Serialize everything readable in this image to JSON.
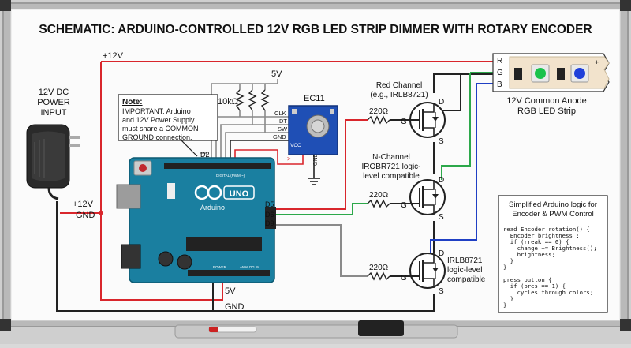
{
  "title": "SCHEMATIC: ARDUINO-CONTROLLED 12V RGB LED STRIP DIMMER WITH ROTARY ENCODER",
  "rail_12v": "+12V",
  "power_supply": {
    "line1": "12V DC",
    "line2": "POWER",
    "line3": "INPUT",
    "plus": "+12V",
    "gnd": "GND"
  },
  "note": {
    "heading": "Note:",
    "lines": [
      "IMPORTANT: Arduino",
      "and 12V Power Supply",
      "must share a COMMON",
      "GROUND connection."
    ]
  },
  "resistor_label": "10kΩ",
  "five_v_label": "5V",
  "encoder": {
    "name": "EC11",
    "pins": [
      "CLK",
      "DT",
      "SW",
      "GND",
      "VCC"
    ],
    "gnd_label": "GND"
  },
  "arduino": {
    "pin_d2": "D2",
    "pins_out": [
      "D5",
      "D6",
      "D9"
    ],
    "board_text": "Arduino",
    "uno": "UNO",
    "five_v": "5V",
    "gnd": "GND",
    "header_labels": {
      "digital": "DIGITAL (PWM ~)",
      "power": "POWER",
      "analog": "ANALOG IN"
    }
  },
  "mosfets": [
    {
      "label_lines": [
        "Red Channel",
        "(e.g., IRLB8721)"
      ],
      "gate_res": "220Ω",
      "g": "G",
      "d": "D",
      "s": "S"
    },
    {
      "label_lines": [
        "N-Channel",
        "IROBR721 logic-",
        "level compatible"
      ],
      "gate_res": "220Ω",
      "g": "G",
      "d": "D",
      "s": "S"
    },
    {
      "label_lines": [
        "IRLB8721",
        "logic-level",
        "compatible"
      ],
      "gate_res": "220Ω",
      "g": "G",
      "d": "D",
      "s": "S"
    }
  ],
  "led_strip": {
    "pins": [
      "R",
      "G",
      "B"
    ],
    "plus": "+",
    "label_lines": [
      "12V Common Anode",
      "RGB LED Strip"
    ]
  },
  "code_box": {
    "title_lines": [
      "Simplified Arduino logic for",
      "Encoder & PWM Control"
    ],
    "code_lines": [
      "read Encoder rotation() {",
      "  Encoder brightness ;",
      "  if (rreak == 0) {",
      "    change += Brightness();",
      "    brightness;",
      "  }",
      "}",
      "",
      "press button {",
      "  if (pres == 1) {",
      "    cycles through colors;",
      "  }",
      "}"
    ]
  },
  "colors": {
    "red_wire": "#d9262c",
    "green_wire": "#2ca84a",
    "blue_wire": "#1f3fc4",
    "gray_wire": "#8a8a8a",
    "black_wire": "#222222",
    "board": "#1a7fa0"
  }
}
